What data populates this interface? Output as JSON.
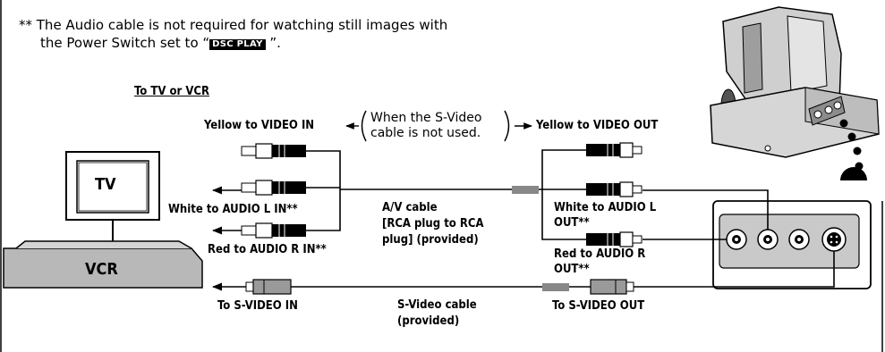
{
  "note": {
    "line1": "** The Audio cable is not required for watching still images with",
    "line2_prefix": "the Power Switch set to “",
    "line2_badge": "DSC PLAY",
    "line2_suffix": " ”."
  },
  "heading": "To TV or VCR",
  "left_labels": {
    "yellow_in": "Yellow to VIDEO IN",
    "white_in": "White to AUDIO L IN**",
    "red_in": "Red to AUDIO R IN**",
    "svideo_in": "To S-VIDEO IN"
  },
  "center_labels": {
    "paren_line1": "When the S-Video",
    "paren_line2": "cable is not used.",
    "av_cable": [
      "A/V cable",
      "[RCA plug to RCA",
      "plug] (provided)"
    ],
    "svideo_cable": [
      "S-Video cable",
      "(provided)"
    ]
  },
  "right_labels": {
    "yellow_out": "Yellow to VIDEO OUT",
    "white_out": [
      "White to AUDIO L",
      "OUT**"
    ],
    "red_out": [
      "Red to AUDIO R",
      "OUT**"
    ],
    "svideo_out": "To S-VIDEO OUT"
  },
  "devices": {
    "tv": "TV",
    "vcr": "VCR"
  }
}
